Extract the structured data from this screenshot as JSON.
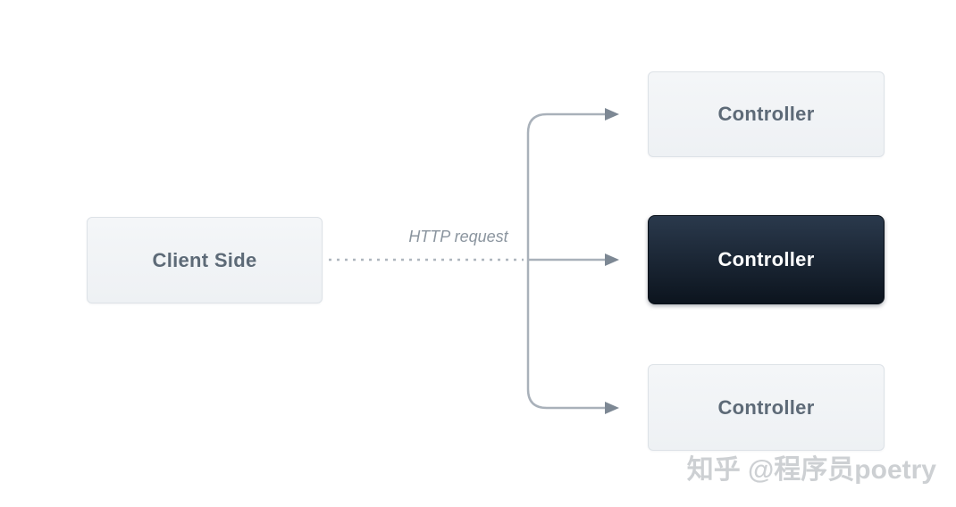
{
  "diagram": {
    "client": {
      "label": "Client Side"
    },
    "request_label": "HTTP request",
    "controllers": [
      {
        "label": "Controller",
        "variant": "light"
      },
      {
        "label": "Controller",
        "variant": "dark"
      },
      {
        "label": "Controller",
        "variant": "light"
      }
    ],
    "colors": {
      "box_light_bg_top": "#f4f6f8",
      "box_light_bg_bottom": "#eef1f4",
      "box_light_border": "#dde2e7",
      "box_light_text": "#5d6a77",
      "box_dark_bg_top": "#2a394c",
      "box_dark_bg_bottom": "#0c141e",
      "box_dark_text": "#ffffff",
      "line": "#a9b1ba",
      "arrowhead": "#7d8894",
      "request_label_text": "#8b959f",
      "background": "#ffffff"
    }
  },
  "watermark": {
    "text": "知乎 @程序员poetry",
    "color": "#cdd0d3"
  }
}
